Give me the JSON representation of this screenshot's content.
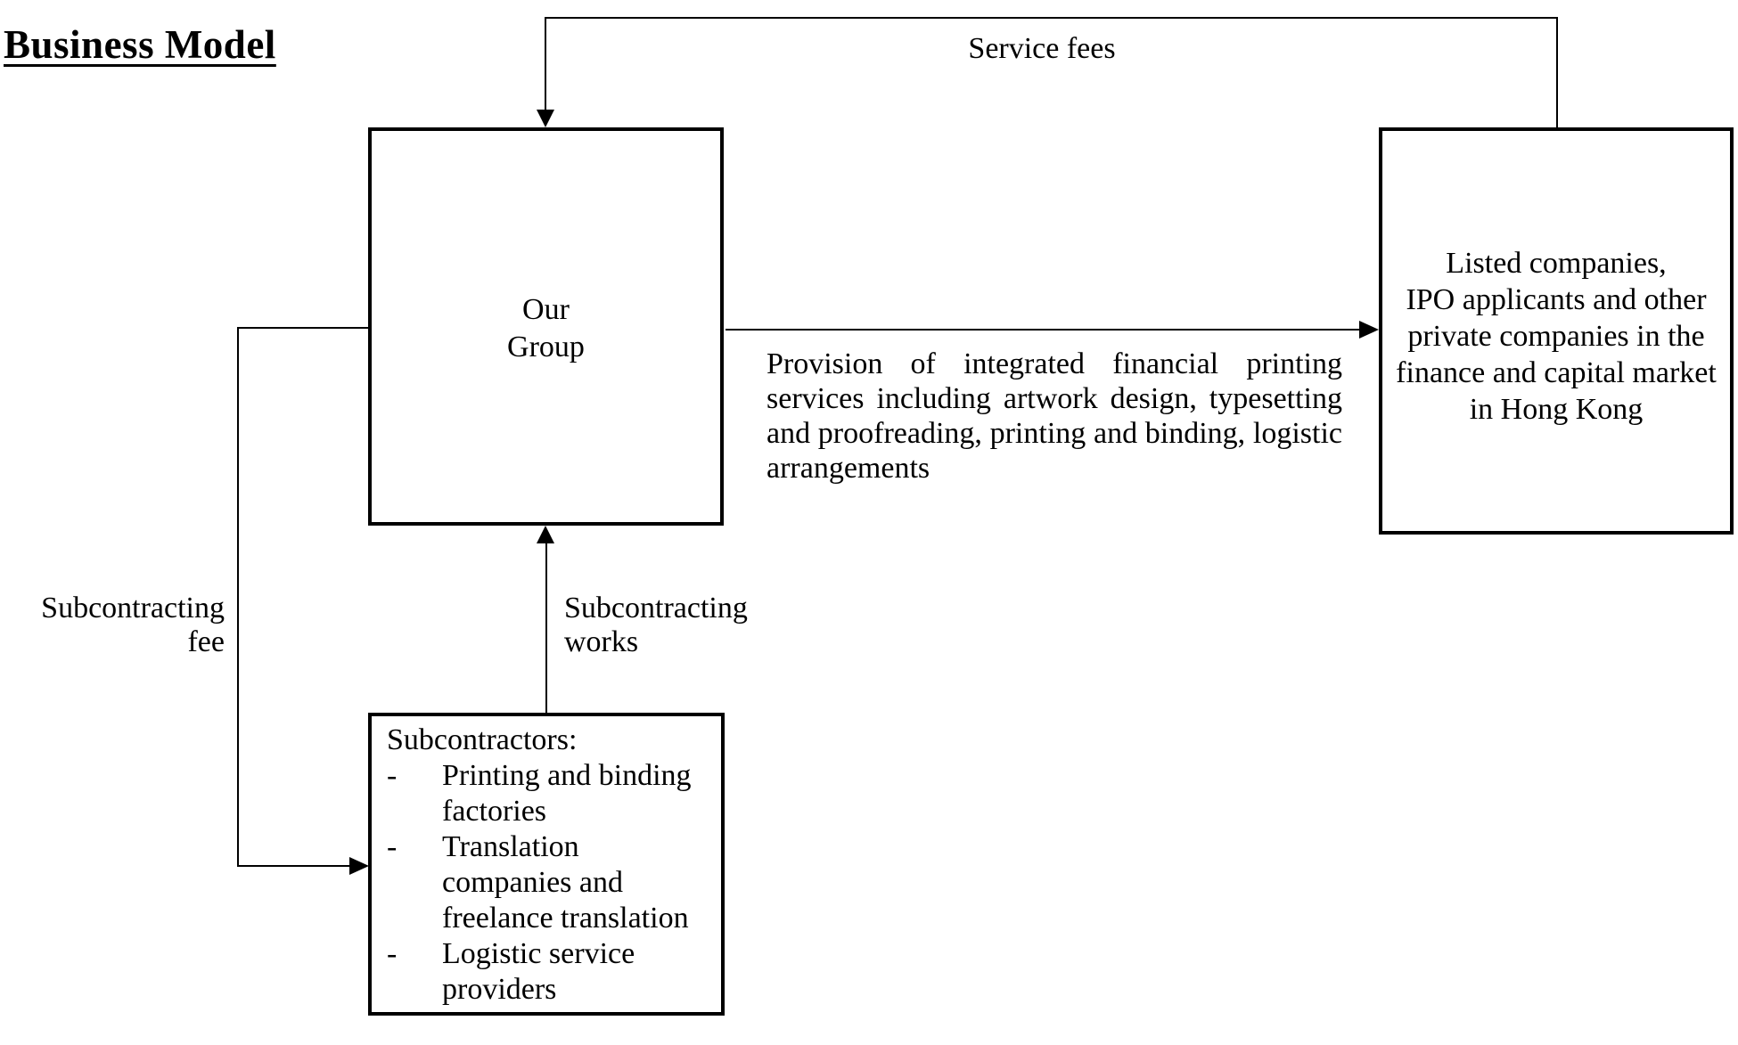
{
  "title": "Business Model",
  "labels": {
    "service_fees": "Service fees",
    "subcontracting_fee": "Subcontracting\nfee",
    "subcontracting_works": "Subcontracting\nworks",
    "provision": {
      "lines": [
        "Provision of integrated financial printing",
        "services including artwork design, typesetting",
        "and proofreading, printing and binding, logistic",
        "arrangements"
      ]
    }
  },
  "boxes": {
    "our_group": {
      "label": "Our\nGroup"
    },
    "clients": {
      "label": "Listed companies,\nIPO applicants and other\nprivate companies in the\nfinance and capital market\nin Hong Kong"
    },
    "subcontractors": {
      "heading": "Subcontractors:",
      "bullet": "-",
      "items": [
        "Printing and binding\nfactories",
        "Translation\ncompanies and\nfreelance translation",
        "Logistic service\nproviders"
      ]
    }
  },
  "colors": {
    "ink": "#000000",
    "background": "#ffffff"
  }
}
